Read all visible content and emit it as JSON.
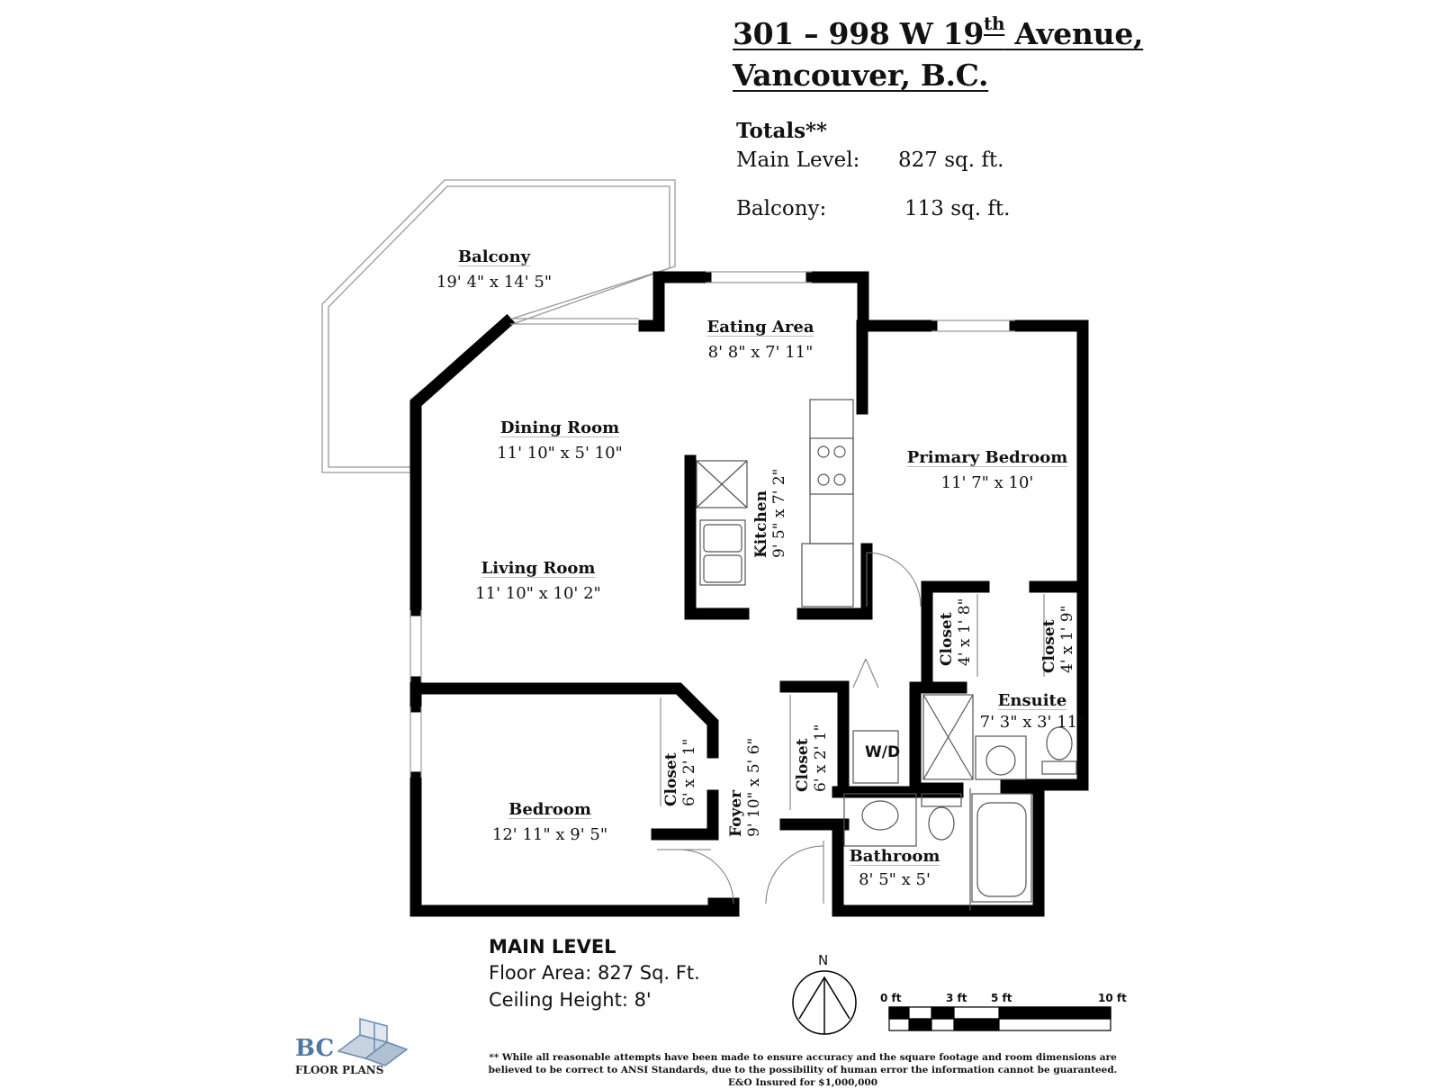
{
  "header": {
    "address_line1_a": "301 – 998 W 19",
    "address_line1_sup": "th",
    "address_line1_b": " Avenue,",
    "address_line2": "Vancouver, B.C."
  },
  "totals": {
    "heading": "Totals**",
    "main_label": "Main Level:",
    "main_value": "827 sq. ft.",
    "balcony_label": "Balcony:",
    "balcony_value": "113 sq. ft."
  },
  "rooms": {
    "balcony": {
      "name": "Balcony",
      "dims": "19' 4\" x 14' 5\""
    },
    "eating": {
      "name": "Eating Area",
      "dims": "8' 8\" x 7' 11\""
    },
    "dining": {
      "name": "Dining Room",
      "dims": "11' 10\" x 5' 10\""
    },
    "living": {
      "name": "Living Room",
      "dims": "11' 10\" x 10' 2\""
    },
    "kitchen": {
      "name": "Kitchen",
      "dims": "9' 5\" x 7' 2\""
    },
    "primary": {
      "name": "Primary Bedroom",
      "dims": "11' 7\" x 10'"
    },
    "closet_a": {
      "name": "Closet",
      "dims": "4' x 1' 8\""
    },
    "closet_b": {
      "name": "Closet",
      "dims": "4' x 1' 9\""
    },
    "ensuite": {
      "name": "Ensuite",
      "dims": "7' 3\" x 3' 11\""
    },
    "bedroom": {
      "name": "Bedroom",
      "dims": "12' 11\" x 9' 5\""
    },
    "closet_c": {
      "name": "Closet",
      "dims": "6' x 2' 1\""
    },
    "foyer": {
      "name": "Foyer",
      "dims": "9' 10\" x 5' 6\""
    },
    "closet_d": {
      "name": "Closet",
      "dims": "6' x 2' 1\""
    },
    "wd": "W/D",
    "bathroom": {
      "name": "Bathroom",
      "dims": "8' 5\" x 5'"
    }
  },
  "level_info": {
    "heading": "MAIN LEVEL",
    "floor_area": "Floor Area: 827 Sq. Ft.",
    "ceiling": "Ceiling Height: 8'"
  },
  "compass": {
    "label": "N"
  },
  "scale": {
    "labels": [
      "0 ft",
      "3 ft",
      "5 ft",
      "10 ft"
    ]
  },
  "logo": {
    "mark": "BC",
    "text": "FLOOR PLANS"
  },
  "disclaimer": "** While all reasonable attempts have been made to ensure accuracy and the square footage and room dimensions are believed to be correct to ANSI Standards, due to the possibility of human error the information cannot be guaranteed. E&O Insured for $1,000,000"
}
